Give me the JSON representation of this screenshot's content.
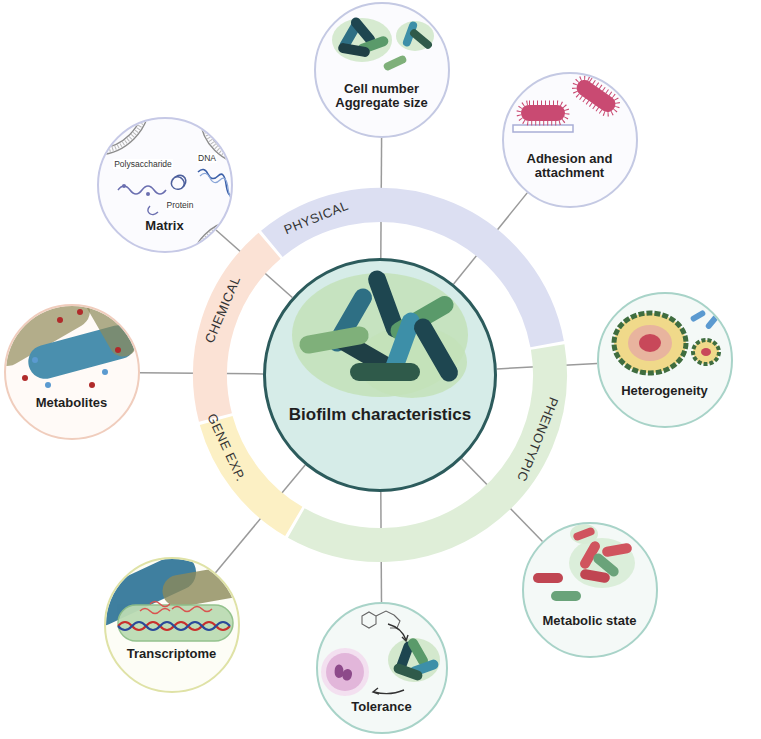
{
  "diagram": {
    "nodes": [
      {
        "text": [
          "Matrix"
        ]
      },
      {
        "text": [
          "Cell number Aggregate size"
        ]
      },
      {
        "text": [
          "Adhesion and attachment"
        ]
      },
      {
        "text": [
          "Metabolites"
        ]
      },
      {
        "text": [
          "Biofilm characteristics"
        ]
      },
      {
        "text": [
          "Heterogeneity"
        ]
      },
      {
        "text": [
          "Transcriptome"
        ]
      },
      {
        "text": [
          "Metabolic state"
        ]
      },
      {
        "text": [
          "Tolerance"
        ]
      }
    ],
    "edges": [
      {
        "from": 4,
        "to": 0,
        "arrow": "none"
      },
      {
        "from": 4,
        "to": 1,
        "arrow": "none"
      },
      {
        "from": 4,
        "to": 2,
        "arrow": "none"
      },
      {
        "from": 4,
        "to": 3,
        "arrow": "none"
      },
      {
        "from": 4,
        "to": 5,
        "arrow": "none"
      },
      {
        "from": 4,
        "to": 6,
        "arrow": "none"
      },
      {
        "from": 4,
        "to": 7,
        "arrow": "none"
      },
      {
        "from": 4,
        "to": 8,
        "arrow": "none"
      }
    ],
    "labels": [
      "PHYSICAL",
      "CHEMICAL",
      "GENE EXP.",
      "PHENOTYPIC",
      "Polysaccharide",
      "DNA",
      "Protein"
    ]
  }
}
